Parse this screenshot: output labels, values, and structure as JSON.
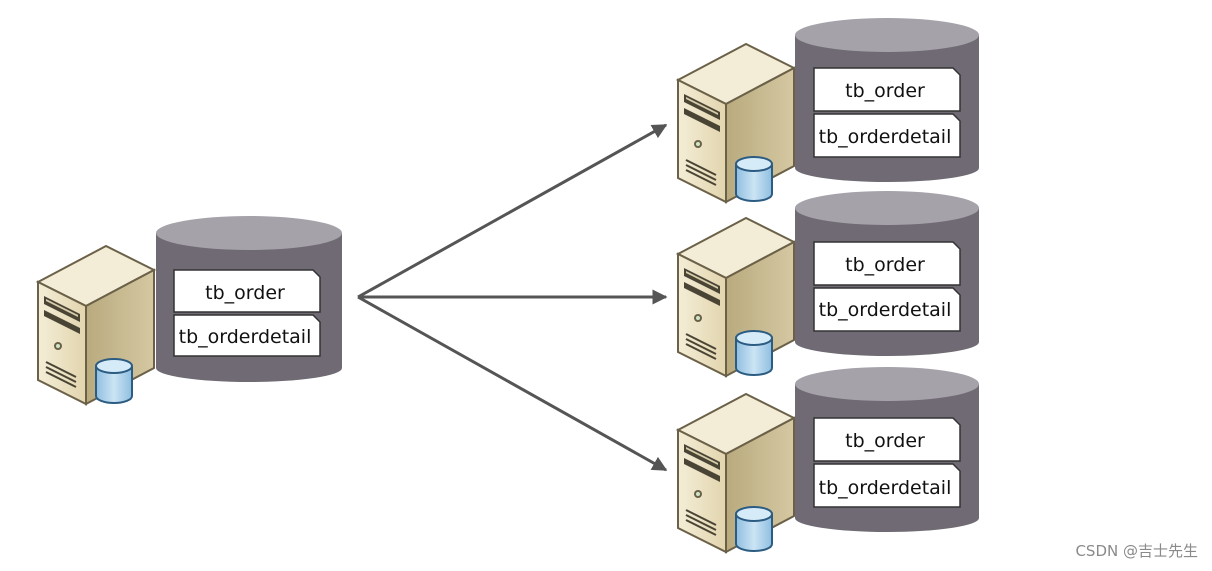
{
  "source": {
    "tables": [
      "tb_order",
      "tb_orderdetail"
    ]
  },
  "targets": [
    {
      "tables": [
        "tb_order",
        "tb_orderdetail"
      ]
    },
    {
      "tables": [
        "tb_order",
        "tb_orderdetail"
      ]
    },
    {
      "tables": [
        "tb_order",
        "tb_orderdetail"
      ]
    }
  ],
  "watermark": "CSDN @吉士先生",
  "colors": {
    "cylinder_body": "#6f6a73",
    "cylinder_top": "#a6a2a9",
    "arrow": "#555555",
    "server_face": "#efe6cc",
    "server_side": "#c9bb92",
    "mini_db": "#a9cfe9"
  }
}
